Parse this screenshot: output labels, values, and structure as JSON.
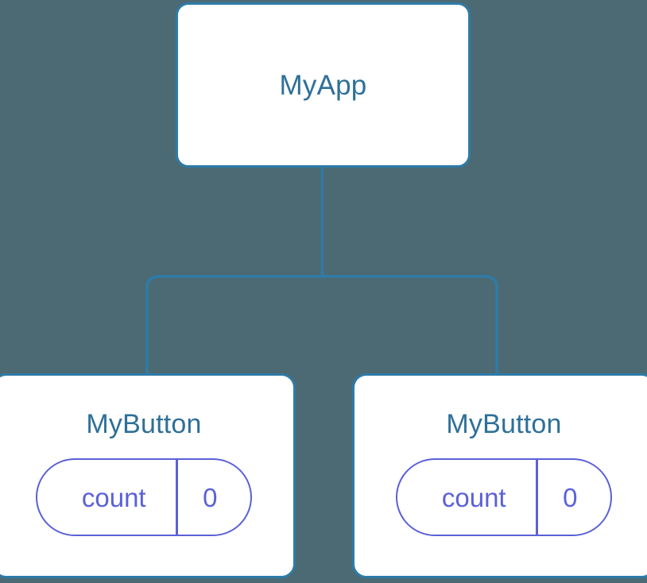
{
  "diagram": {
    "type": "component-tree",
    "background_color": "#4c6a73",
    "node_border_color": "#2e7ba8",
    "node_fill_color": "#ffffff",
    "node_title_color": "#2e7099",
    "state_pill_color": "#5b61d6",
    "connector_color": "#2e7ba8",
    "root": {
      "title": "MyApp"
    },
    "children": [
      {
        "title": "MyButton",
        "state": {
          "key": "count",
          "value": "0"
        }
      },
      {
        "title": "MyButton",
        "state": {
          "key": "count",
          "value": "0"
        }
      }
    ]
  }
}
